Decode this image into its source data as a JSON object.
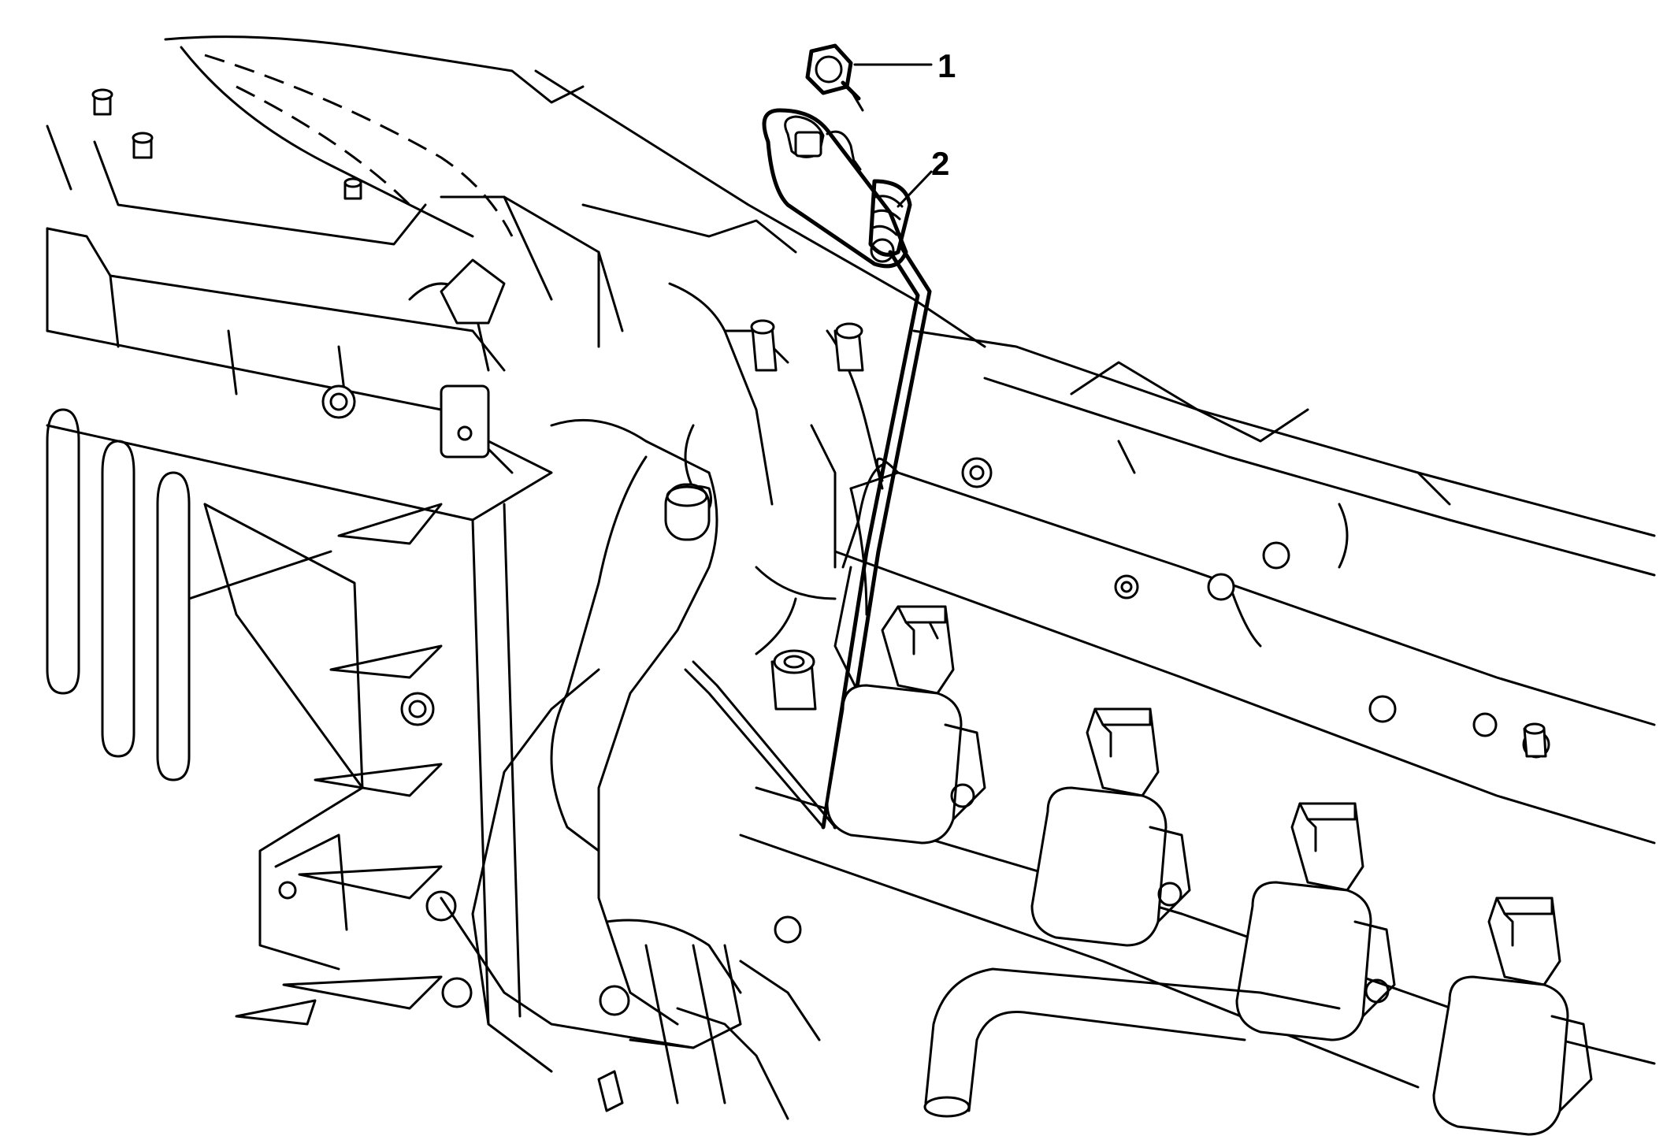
{
  "callouts": [
    {
      "id": "1",
      "label": "1",
      "part": "bolt"
    },
    {
      "id": "2",
      "label": "2",
      "part": "sensor"
    }
  ],
  "colors": {
    "line": "#000000",
    "background": "#ffffff"
  }
}
